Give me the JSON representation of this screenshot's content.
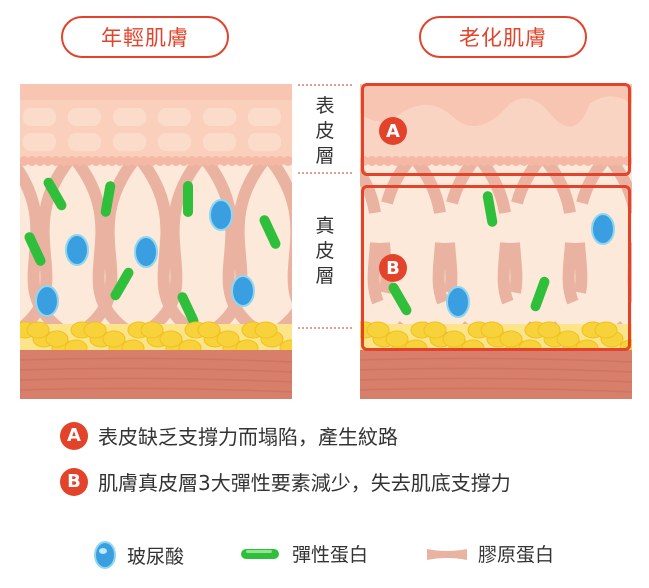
{
  "titles": {
    "young": "年輕肌膚",
    "aged": "老化肌膚"
  },
  "layers": {
    "epidermis": "表皮層",
    "dermis": "真皮層"
  },
  "markers": {
    "a": "A",
    "b": "B"
  },
  "notes": [
    {
      "marker": "A",
      "text": "表皮缺乏支撐力而塌陷，產生紋路"
    },
    {
      "marker": "B",
      "text": "肌膚真皮層3大彈性要素減少，失去肌底支撐力"
    }
  ],
  "legend": [
    {
      "icon": "hyaluronic-acid-drop",
      "label": "玻尿酸"
    },
    {
      "icon": "elastin-rod",
      "label": "彈性蛋白"
    },
    {
      "icon": "collagen-band",
      "label": "膠原蛋白"
    }
  ],
  "colors": {
    "accent": "#e2432a",
    "epidermis": "#f8c5b2",
    "dermis": "#fde9da",
    "fat": "#f7d23a",
    "muscle": "#d77f6b",
    "elastin": "#2fbf3a",
    "hyaluronic": "#3a9fe0",
    "collagen": "#eab2a0"
  }
}
